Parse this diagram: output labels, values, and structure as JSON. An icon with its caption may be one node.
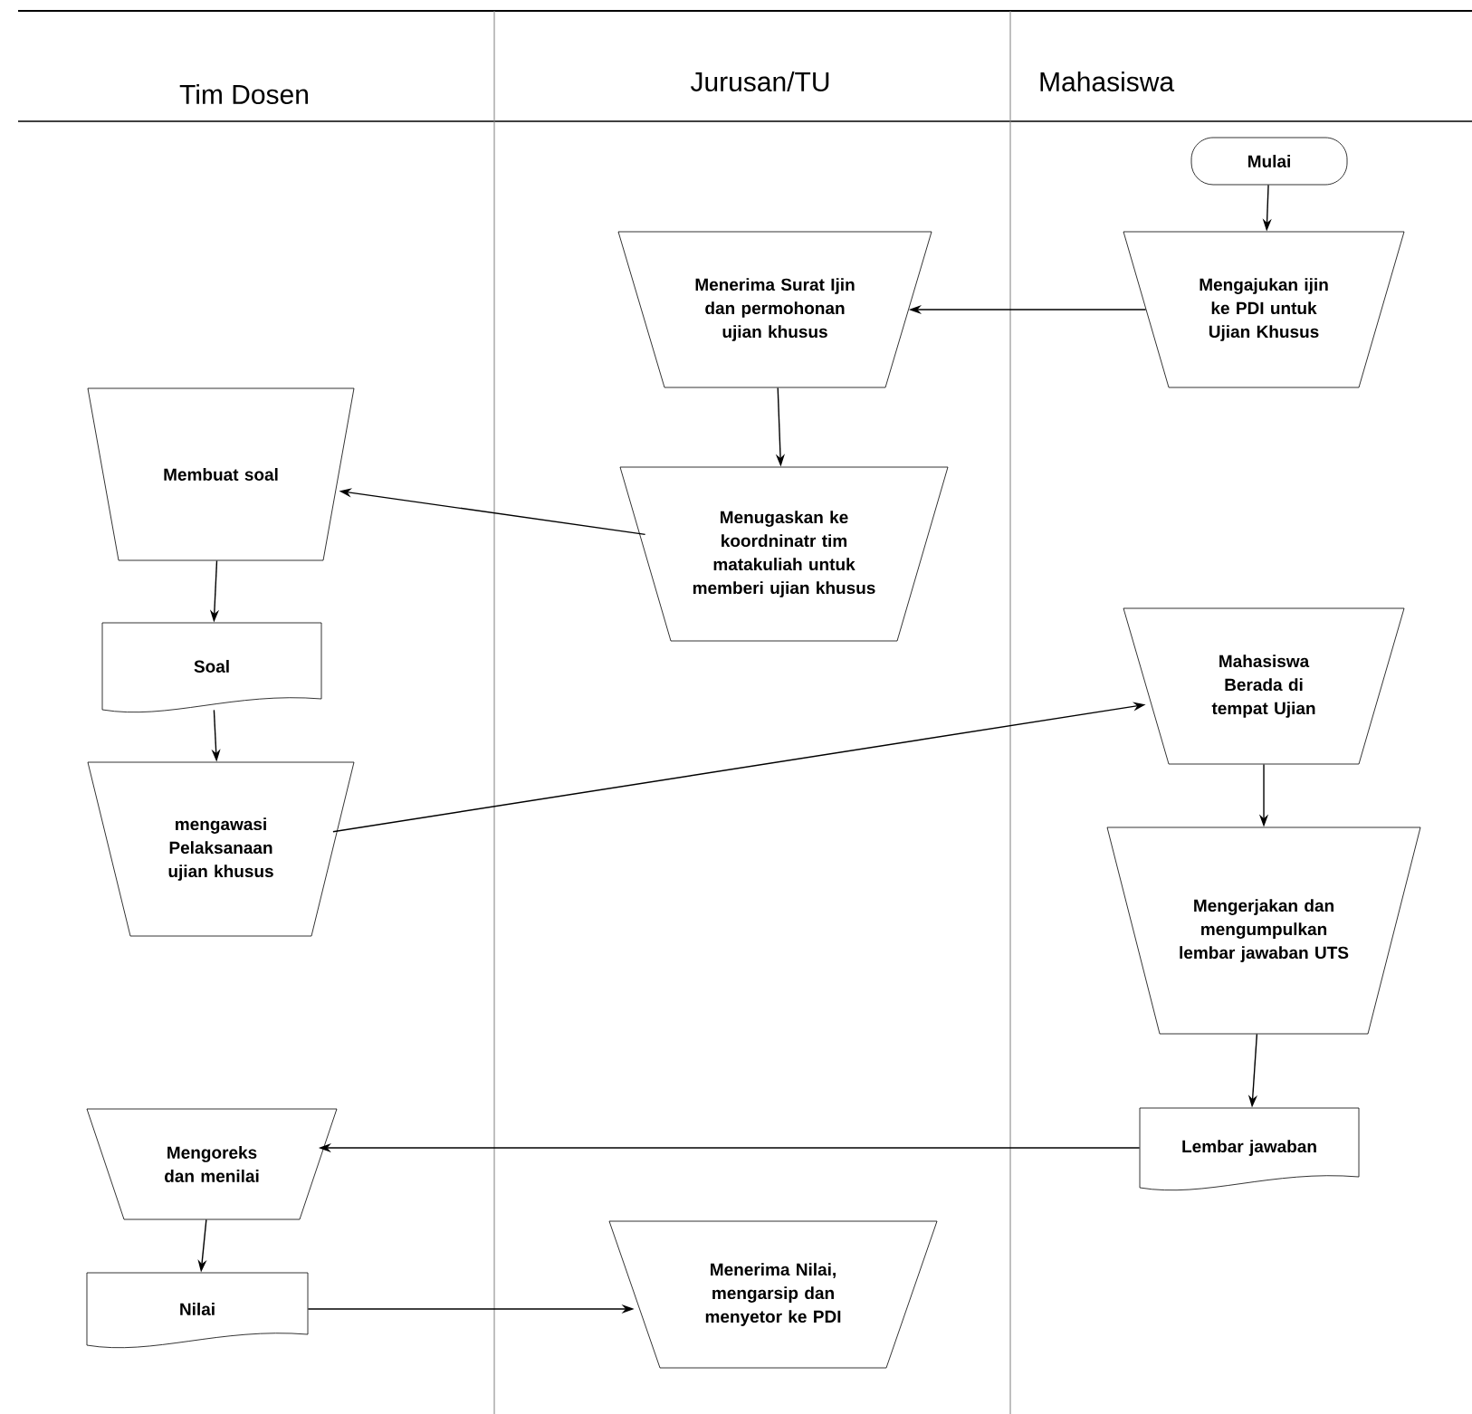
{
  "diagram": {
    "nodes": [
      {
        "text": [
          "Mulai"
        ]
      },
      {
        "text": [
          "Mengajukan ijin ke PDI untuk Ujian Khusus"
        ]
      },
      {
        "text": [
          "Menerima Surat Ijin dan permohonan ujian khusus"
        ]
      },
      {
        "text": [
          "Menugaskan ke koordninatr tim matakuliah untuk memberi ujian khusus"
        ]
      },
      {
        "text": [
          "Membuat soal"
        ]
      },
      {
        "text": [
          "Soal"
        ]
      },
      {
        "text": [
          "mengawasi Pelaksanaan ujian khusus"
        ]
      },
      {
        "text": [
          "Mahasiswa Berada di tempat Ujian"
        ]
      },
      {
        "text": [
          "Mengerjakan dan mengumpulkan lembar jawaban UTS"
        ]
      },
      {
        "text": [
          "Lembar jawaban"
        ]
      },
      {
        "text": [
          "Mengoreks dan menilai"
        ]
      },
      {
        "text": [
          "Nilai"
        ]
      },
      {
        "text": [
          "Menerima Nilai, mengarsip dan menyetor ke PDI"
        ]
      }
    ],
    "edges": [
      {
        "from": 0,
        "to": 1,
        "arrow": "to"
      },
      {
        "from": 1,
        "to": 2,
        "arrow": "to"
      },
      {
        "from": 2,
        "to": 3,
        "arrow": "to"
      },
      {
        "from": 3,
        "to": 4,
        "arrow": "to"
      },
      {
        "from": 4,
        "to": 5,
        "arrow": "to"
      },
      {
        "from": 5,
        "to": 6,
        "arrow": "to"
      },
      {
        "from": 6,
        "to": 7,
        "arrow": "to"
      },
      {
        "from": 7,
        "to": 8,
        "arrow": "to"
      },
      {
        "from": 8,
        "to": 9,
        "arrow": "to"
      },
      {
        "from": 9,
        "to": 10,
        "arrow": "to"
      },
      {
        "from": 10,
        "to": 11,
        "arrow": "to"
      },
      {
        "from": 11,
        "to": 12,
        "arrow": "to"
      }
    ],
    "labels": [
      "Tim Dosen",
      "Jurusan/TU",
      "Mahasiswa"
    ]
  }
}
